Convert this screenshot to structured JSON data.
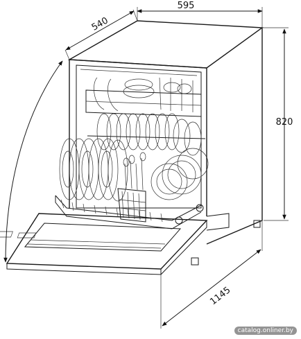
{
  "dimensions": {
    "width": "595",
    "depth": "540",
    "height": "820",
    "diagonal": "1145"
  },
  "watermark": "catalog.onliner.by"
}
